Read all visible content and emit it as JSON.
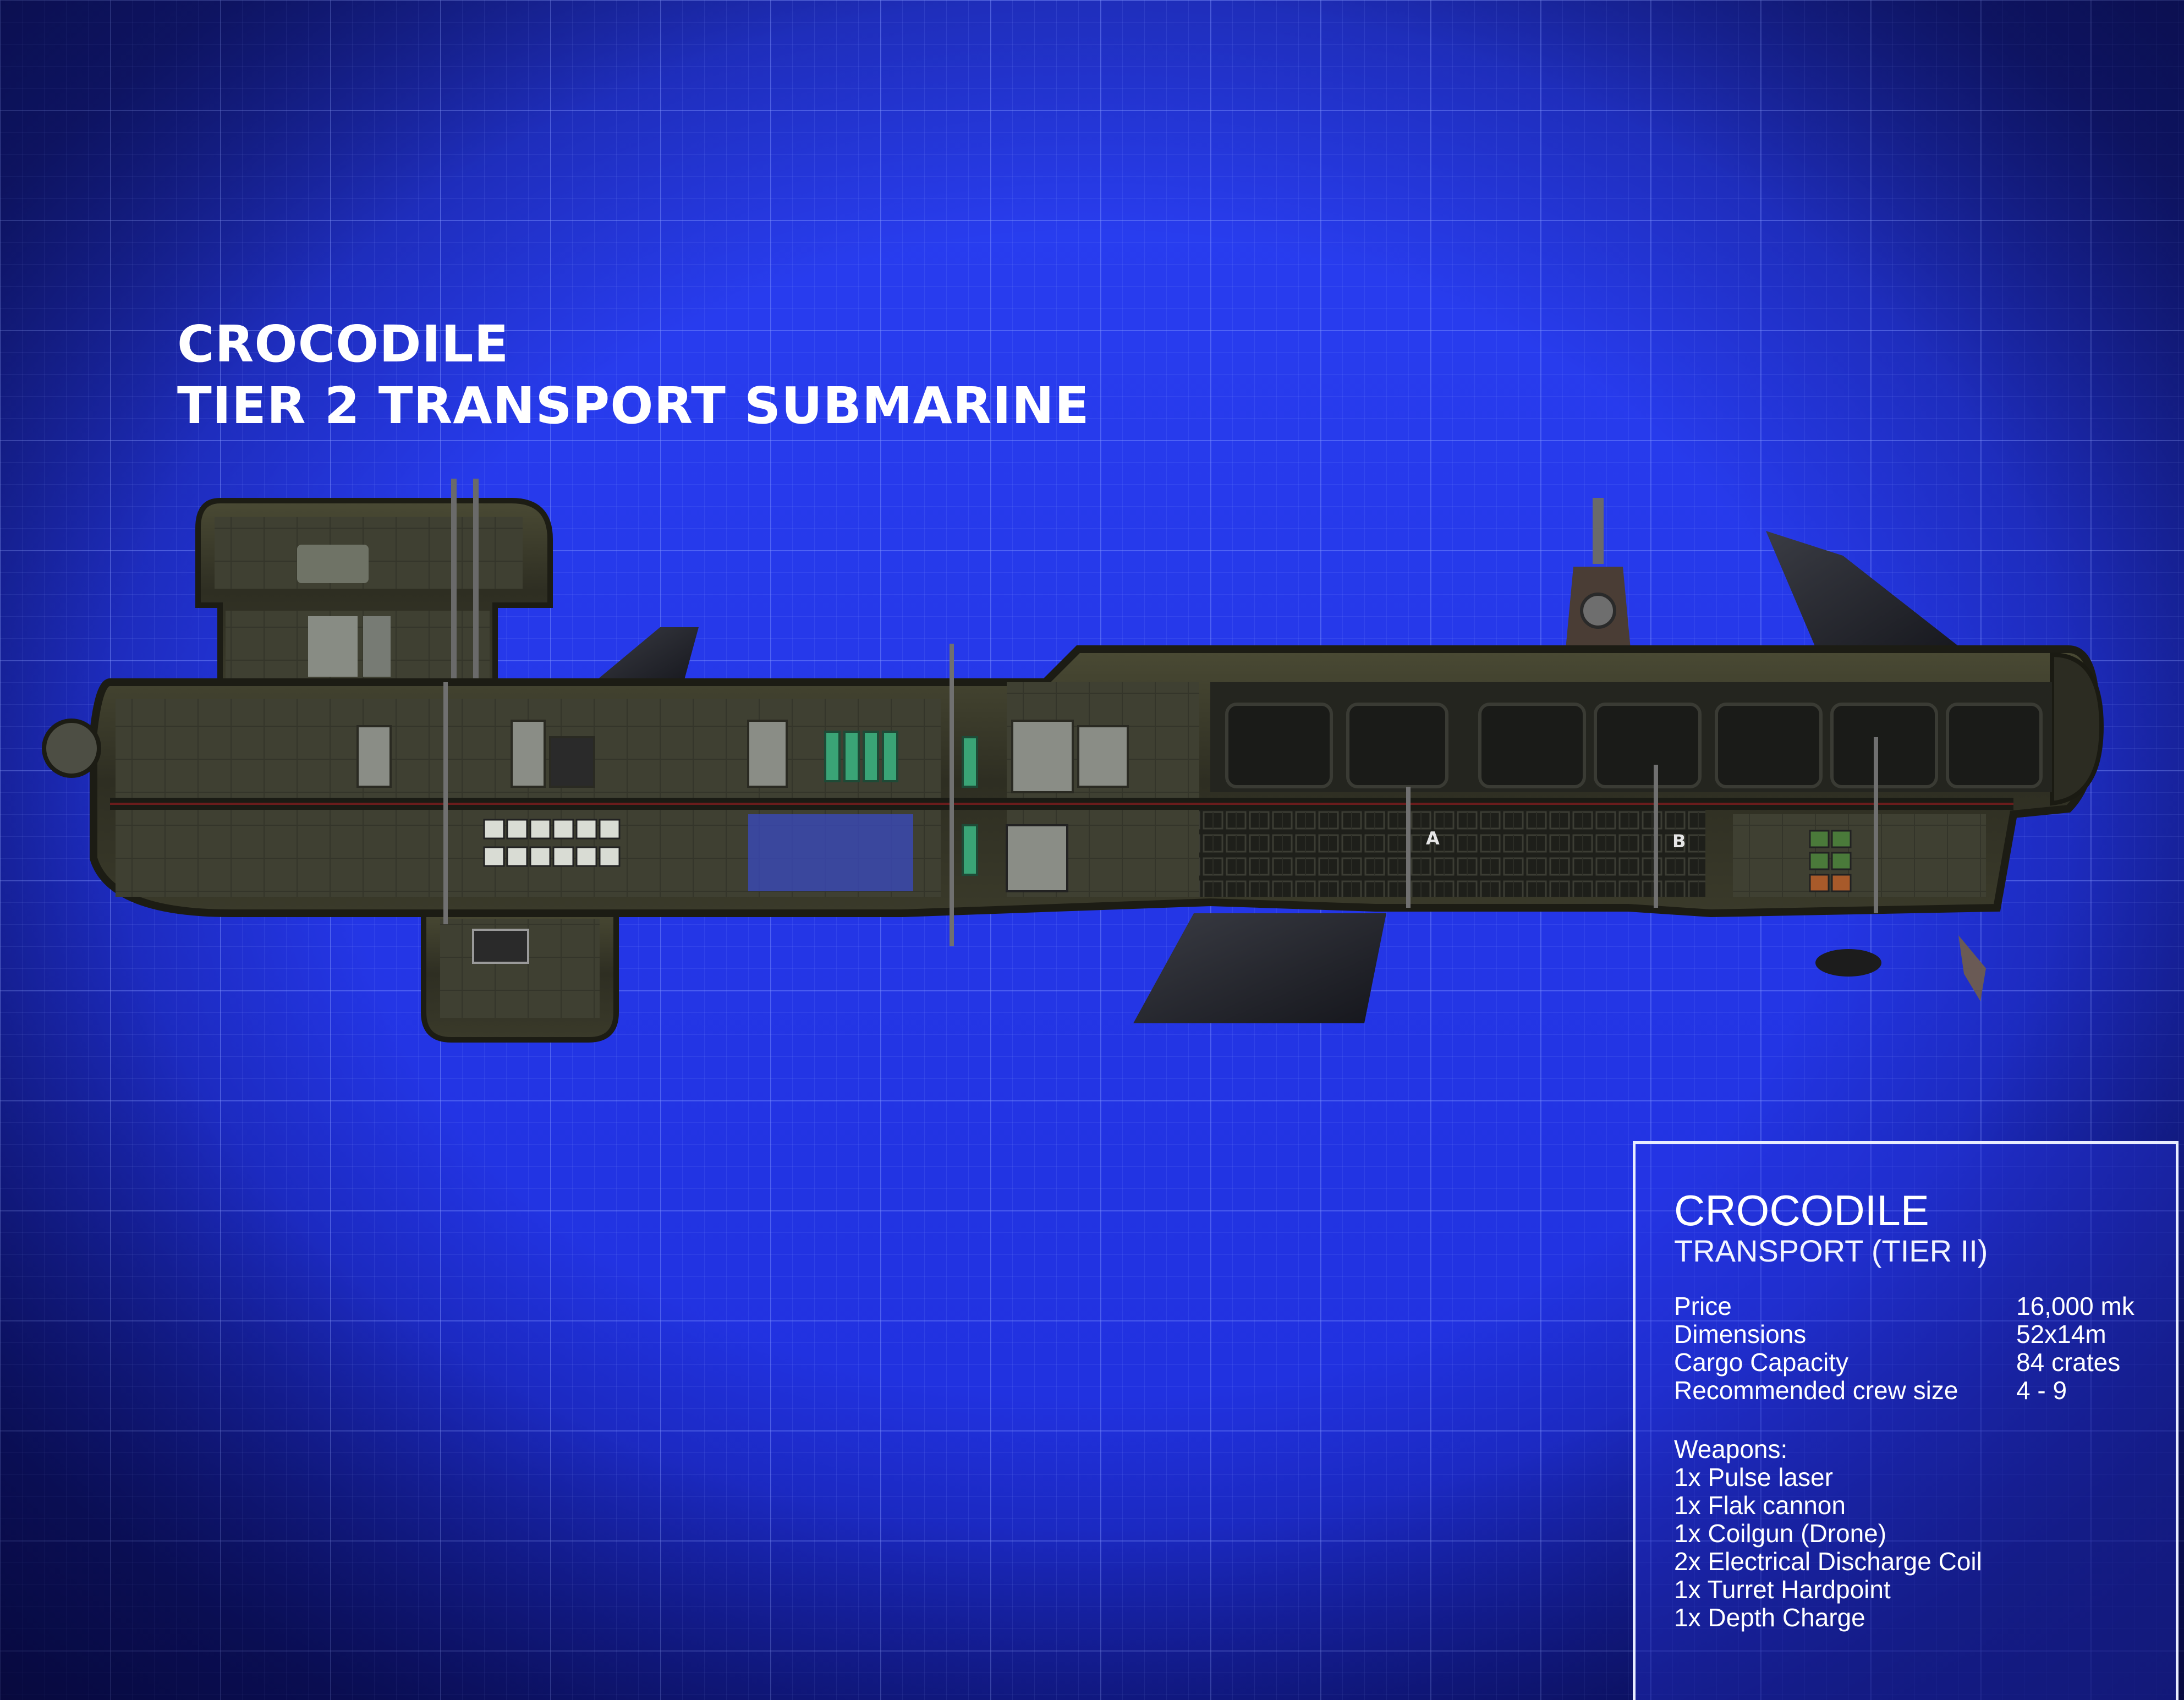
{
  "heading": {
    "line1": "CROCODILE",
    "line2": "TIER 2 TRANSPORT SUBMARINE"
  },
  "submarine": {
    "room_label_a": "A",
    "room_label_b": "B"
  },
  "info_panel": {
    "name": "CROCODILE",
    "class": "TRANSPORT (TIER II)",
    "stats": [
      {
        "label": "Price",
        "value": "16,000 mk"
      },
      {
        "label": "Dimensions",
        "value": "52x14m"
      },
      {
        "label": "Cargo Capacity",
        "value": "84 crates"
      },
      {
        "label": "Recommended crew size",
        "value": "4 - 9"
      }
    ],
    "weapons_heading": "Weapons:",
    "weapons": [
      "1x Pulse laser",
      "1x Flak cannon",
      "1x Coilgun (Drone)",
      "2x Electrical Discharge Coil",
      "1x Turret Hardpoint",
      "1x Depth Charge"
    ]
  },
  "colors": {
    "background": "#2a3ff2",
    "hull": "#3b3a28",
    "panel_border": "#e8ecff"
  }
}
